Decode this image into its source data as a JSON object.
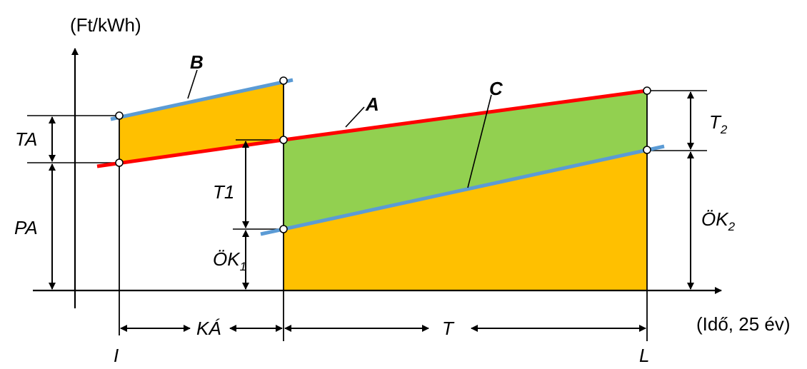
{
  "colors": {
    "line_a": "#ff0000",
    "lines_bc": "#5b9bd5",
    "fill_orange": "#ffc000",
    "fill_green": "#92d050",
    "axis": "#000000",
    "point_fill": "#ffffff"
  },
  "labels": {
    "y_axis_unit": "(Ft/kWh)",
    "x_axis_unit": "(Idő, 25 év)",
    "line_a": "A",
    "line_b": "B",
    "line_c": "C",
    "ta": "TA",
    "pa": "PA",
    "t1": "T1",
    "ok1_main": "ÖK",
    "ok1_sub": "1",
    "t2_main": "T",
    "t2_sub": "2",
    "ok2_main": "ÖK",
    "ok2_sub": "2",
    "ka": "KÁ",
    "t": "T",
    "i": "I",
    "l": "L"
  }
}
